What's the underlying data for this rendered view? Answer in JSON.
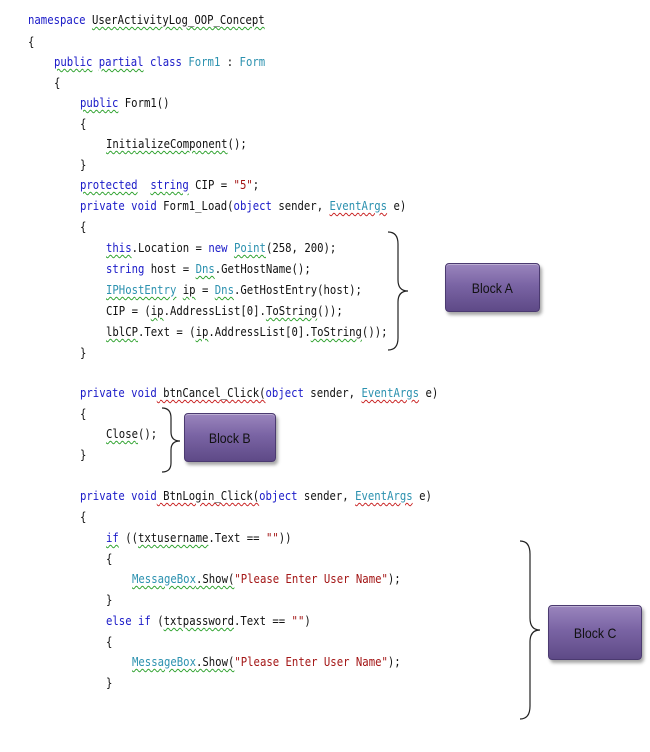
{
  "code": {
    "namespace_kw": "namespace",
    "namespace_name": "UserActivityLog_OOP_Concept",
    "brace_open": "{",
    "brace_close": "}",
    "class_public": "public",
    "class_partial": "partial",
    "class_kw": "class",
    "class_name": "Form1",
    "class_colon": " : ",
    "class_base": "Form",
    "ctor_public": "public",
    "ctor_sig": " Form1()",
    "init_call": "InitializeComponent",
    "init_tail": "();",
    "field_protected": "protected",
    "field_string": "string",
    "field_rest": " CIP = ",
    "field_value": "\"5\"",
    "field_semi": ";",
    "load_private": "private",
    "load_void": "void",
    "load_name": " Form1_Load(",
    "load_object": "object",
    "load_sender": " sender, ",
    "load_eventargs": "EventArgs",
    "load_e": " e)",
    "a1_this": "this",
    "a1_mid": ".Location = ",
    "a1_new": "new",
    "a1_point": "Point",
    "a1_args": "(258, 200);",
    "a2_string": "string",
    "a2_mid": " host = ",
    "a2_dns": "Dns",
    "a2_call": ".GetHostName();",
    "a3_type": "IPHostEntry",
    "a3_sp": " ",
    "a3_ip": "ip",
    "a3_eq": " = ",
    "a3_dns": "Dns",
    "a3_call": ".GetHostEntry(host);",
    "a4_a": "CIP = (",
    "a4_ip": "ip",
    "a4_b": ".AddressList[0].",
    "a4_tostring": "ToString",
    "a4_c": "());",
    "a5_a": "lblCP",
    "a5_b": ".Text = (",
    "a5_ip": "ip",
    "a5_c": ".AddressList[0].",
    "a5_tostring": "ToString",
    "a5_d": "());",
    "cancel_private": "private",
    "cancel_void": "void",
    "cancel_name": " btnCancel_Click(",
    "cancel_object": "object",
    "cancel_sender": " sender, ",
    "cancel_eventargs": "EventArgs",
    "cancel_e": " e)",
    "close_call": "Close",
    "close_tail": "();",
    "login_private": "private",
    "login_void": "void",
    "login_name": " BtnLogin_Click(",
    "login_object": "object",
    "login_sender": " sender, ",
    "login_eventargs": "EventArgs",
    "login_e": " e)",
    "if_kw": "if",
    "if_a": " ((",
    "if_b": "txtusername",
    "if_c": ".Text == ",
    "if_str": "\"\"",
    "if_d": "))",
    "mb1_type": "MessageBox",
    "mb1_show": ".Show(",
    "mb1_str": "\"Please Enter User Name\"",
    "mb1_tail": ");",
    "else_kw": "else",
    "elseif_kw": "if",
    "elseif_a": " (",
    "elseif_b": "txtpassword",
    "elseif_c": ".Text == ",
    "elseif_str": "\"\"",
    "elseif_d": ")",
    "mb2_type": "MessageBox",
    "mb2_show": ".Show(",
    "mb2_str": "\"Please Enter User Name\"",
    "mb2_tail": ");"
  },
  "blocks": {
    "a": "Block A",
    "b": "Block B",
    "c": "Block C"
  },
  "colors": {
    "keyword": "#1a1ac8",
    "type": "#2b91af",
    "string": "#a31515",
    "block_fill": "#7a64a4"
  }
}
